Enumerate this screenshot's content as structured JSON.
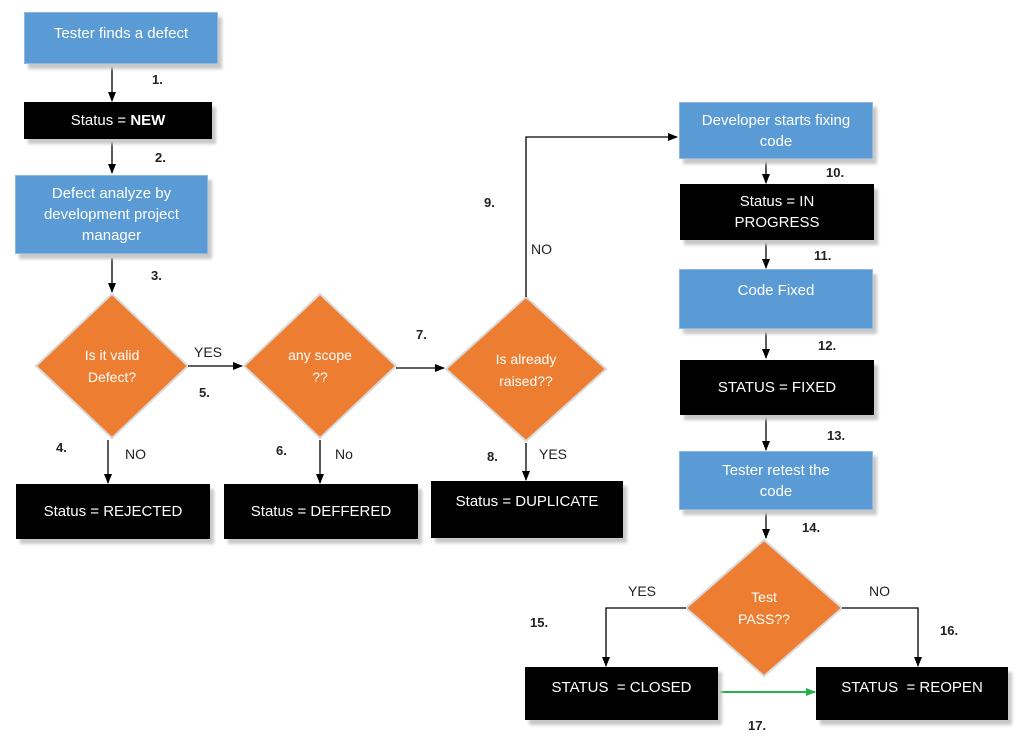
{
  "nodes": {
    "tester_finds": "Tester finds a defect",
    "status_new_prefix": "Status = ",
    "status_new_value": "NEW",
    "defect_analyze": "Defect analyze by development project manager",
    "valid_decision": "Is it valid Defect?",
    "scope_decision": "any scope ??",
    "raised_decision": "Is already raised??",
    "status_rejected": "Status = REJECTED",
    "status_deffered": "Status = DEFFERED",
    "status_duplicate": "Status = DUPLICATE",
    "developer_starts": "Developer starts fixing code",
    "status_in_progress": "Status = IN PROGRESS",
    "code_fixed": "Code Fixed",
    "status_fixed": "STATUS = FIXED",
    "tester_retest": "Tester retest the code",
    "test_pass_decision": "Test PASS??",
    "status_closed": "STATUS  = CLOSED",
    "status_reopen": "STATUS  = REOPEN"
  },
  "labels": {
    "yes_valid": "YES",
    "no_valid": "NO",
    "no_scope": "No",
    "yes_raised": "YES",
    "no_raised": "NO",
    "yes_pass": "YES",
    "no_pass": "NO"
  },
  "steps": [
    "1.",
    "2.",
    "3.",
    "4.",
    "5.",
    "6.",
    "7.",
    "8.",
    "9.",
    "10.",
    "11.",
    "12.",
    "13.",
    "14.",
    "15.",
    "16.",
    "17."
  ],
  "colors": {
    "process_fill": "#5b9bd5",
    "status_fill": "#000000",
    "decision_fill": "#ed7d31",
    "arrow": "#000000",
    "reopen_arrow": "#22b14c"
  }
}
